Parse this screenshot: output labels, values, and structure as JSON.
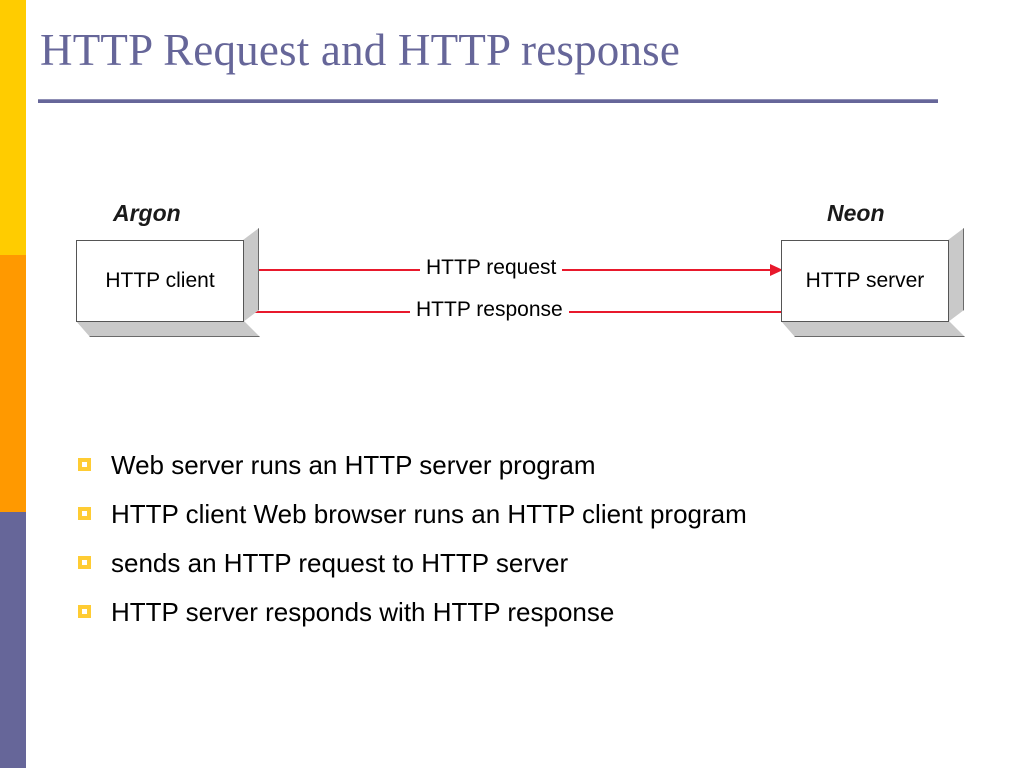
{
  "slide": {
    "title": "HTTP Request and HTTP response",
    "accent_colors": {
      "title": "#666699",
      "rail_top": "#FFCC00",
      "rail_middle": "#FF9900",
      "rail_bottom": "#666699",
      "bullet": "#FFCC33",
      "arrow": "#E8192C"
    }
  },
  "diagram": {
    "left_host_label": "Argon",
    "right_host_label": "Neon",
    "left_node_label": "HTTP client",
    "right_node_label": "HTTP server",
    "arrows": [
      {
        "label": "HTTP request",
        "direction": "right"
      },
      {
        "label": "HTTP response",
        "direction": "left"
      }
    ]
  },
  "bullets": [
    {
      "text": "Web server runs an HTTP server program"
    },
    {
      "text": "HTTP client Web browser runs an HTTP client program"
    },
    {
      "text": "sends an HTTP request to HTTP server"
    },
    {
      "text": "HTTP server responds with HTTP response"
    }
  ]
}
